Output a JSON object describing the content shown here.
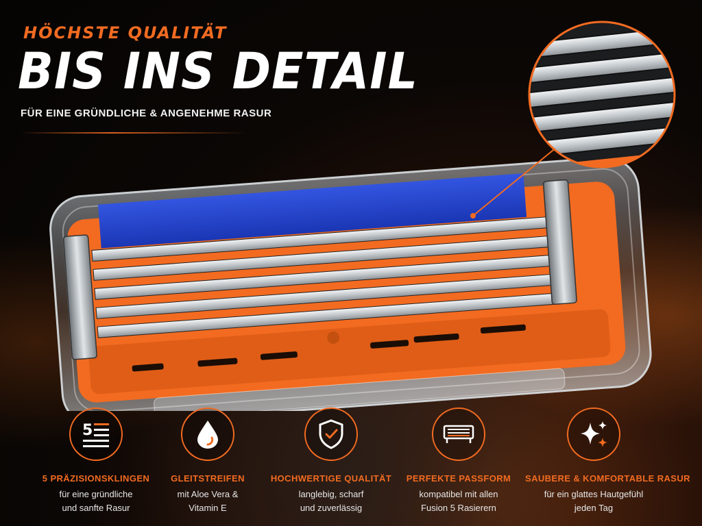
{
  "header": {
    "eyebrow": "HÖCHSTE QUALITÄT",
    "headline": "BIS INS DETAIL",
    "subline": "FÜR EINE GRÜNDLICHE & ANGENEHME RASUR"
  },
  "colors": {
    "accent": "#f26b21",
    "blue_strip": "#1f3fc8",
    "background": "#0b0705"
  },
  "features": [
    {
      "icon": "five-blades-icon",
      "title": "5 PRÄZISIONSKLINGEN",
      "desc_line1": "für eine gründliche",
      "desc_line2": "und sanfte Rasur"
    },
    {
      "icon": "water-drop-icon",
      "title": "GLEITSTREIFEN",
      "desc_line1": "mit Aloe Vera &",
      "desc_line2": "Vitamin E"
    },
    {
      "icon": "shield-check-icon",
      "title": "HOCHWERTIGE QUALITÄT",
      "desc_line1": "langlebig, scharf",
      "desc_line2": "und zuverlässig"
    },
    {
      "icon": "razor-head-icon",
      "title": "PERFEKTE PASSFORM",
      "desc_line1": "kompatibel mit allen",
      "desc_line2": "Fusion 5 Rasierern"
    },
    {
      "icon": "sparkles-icon",
      "title": "SAUBERE & KOMFORTABLE RASUR",
      "desc_line1": "für ein glattes Hautgefühl",
      "desc_line2": "jeden Tag"
    }
  ]
}
